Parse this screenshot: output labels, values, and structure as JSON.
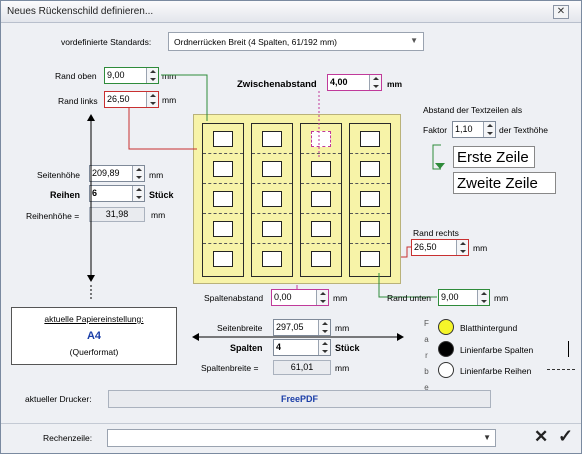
{
  "window": {
    "title": "Neues Rückenschild definieren...",
    "close_glyph": "✕"
  },
  "standards": {
    "label": "vordefinierte Standards:",
    "value": "Ordnerrücken Breit (4 Spalten, 61/192 mm)"
  },
  "rand_oben": {
    "label": "Rand oben",
    "value": "9,00",
    "unit": "mm"
  },
  "rand_links": {
    "label": "Rand links",
    "value": "26,50",
    "unit": "mm"
  },
  "zwischenabstand": {
    "label": "Zwischenabstand",
    "value": "4,00",
    "unit": "mm"
  },
  "textzeilen": {
    "heading": "Abstand der Textzeilen als",
    "faktor_label": "Faktor",
    "faktor_value": "1,10",
    "faktor_suffix": "der Texthöhe",
    "preview_line1": "Erste Zeile",
    "preview_line2": "Zweite Zeile"
  },
  "seitenhoehe": {
    "label": "Seitenhöhe",
    "value": "209,89",
    "unit": "mm"
  },
  "reihen": {
    "label": "Reihen",
    "value": "6",
    "unit": "Stück"
  },
  "reihenhoehe": {
    "label": "Reihenhöhe =",
    "value": "31,98",
    "unit": "mm"
  },
  "rand_rechts": {
    "label": "Rand rechts",
    "value": "26,50",
    "unit": "mm"
  },
  "spaltenabstand": {
    "label": "Spaltenabstand",
    "value": "0,00",
    "unit": "mm"
  },
  "rand_unten": {
    "label": "Rand unten",
    "value": "9,00",
    "unit": "mm"
  },
  "papier": {
    "heading": "aktuelle Papiereinstellung:",
    "format": "A4",
    "orientation": "(Querformat)"
  },
  "seitenbreite": {
    "label": "Seitenbreite",
    "value": "297,05",
    "unit": "mm"
  },
  "spalten": {
    "label": "Spalten",
    "value": "4",
    "unit": "Stück"
  },
  "spaltenbreite": {
    "label": "Spaltenbreite =",
    "value": "61,01",
    "unit": "mm"
  },
  "farben": {
    "vertical_label": "F a r b e n",
    "items": [
      {
        "label": "Blatthintergund",
        "color": "#f5f52a"
      },
      {
        "label": "Linienfarbe Spalten",
        "color": "#000000"
      },
      {
        "label": "Linienfarbe Reihen",
        "color": "#ffffff"
      }
    ]
  },
  "drucker": {
    "label": "aktueller Drucker:",
    "value": "FreePDF"
  },
  "rechenzeile": {
    "label": "Rechenzeile:",
    "value": ""
  },
  "actions": {
    "cancel_glyph": "✕",
    "ok_glyph": "✓"
  },
  "colors": {
    "accent_blue": "#1a3ea8",
    "green": "#2e8b3a",
    "pink": "#c03a9a",
    "red": "#c83030",
    "sheet": "#f7f3a8"
  }
}
